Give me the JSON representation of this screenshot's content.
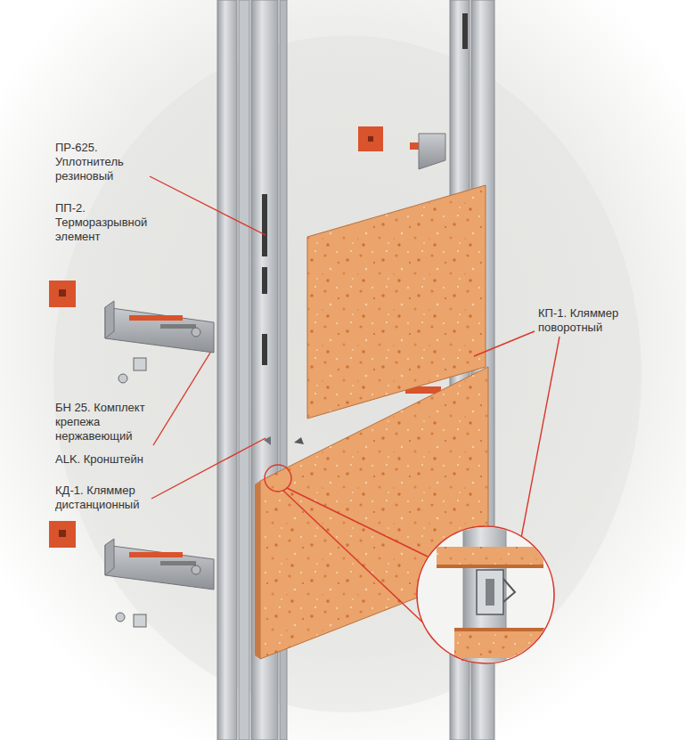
{
  "diagram": {
    "labels": [
      "ПР-625. Уплотнитель резиновый",
      "ПП-2. Терморазрывной элемент",
      "БН 25. Комплект крепежа нержавеющий",
      "ALK. Кронштейн",
      "КД-1. Кляммер дистанционный",
      "КП-1. Кляммер поворотный"
    ]
  }
}
